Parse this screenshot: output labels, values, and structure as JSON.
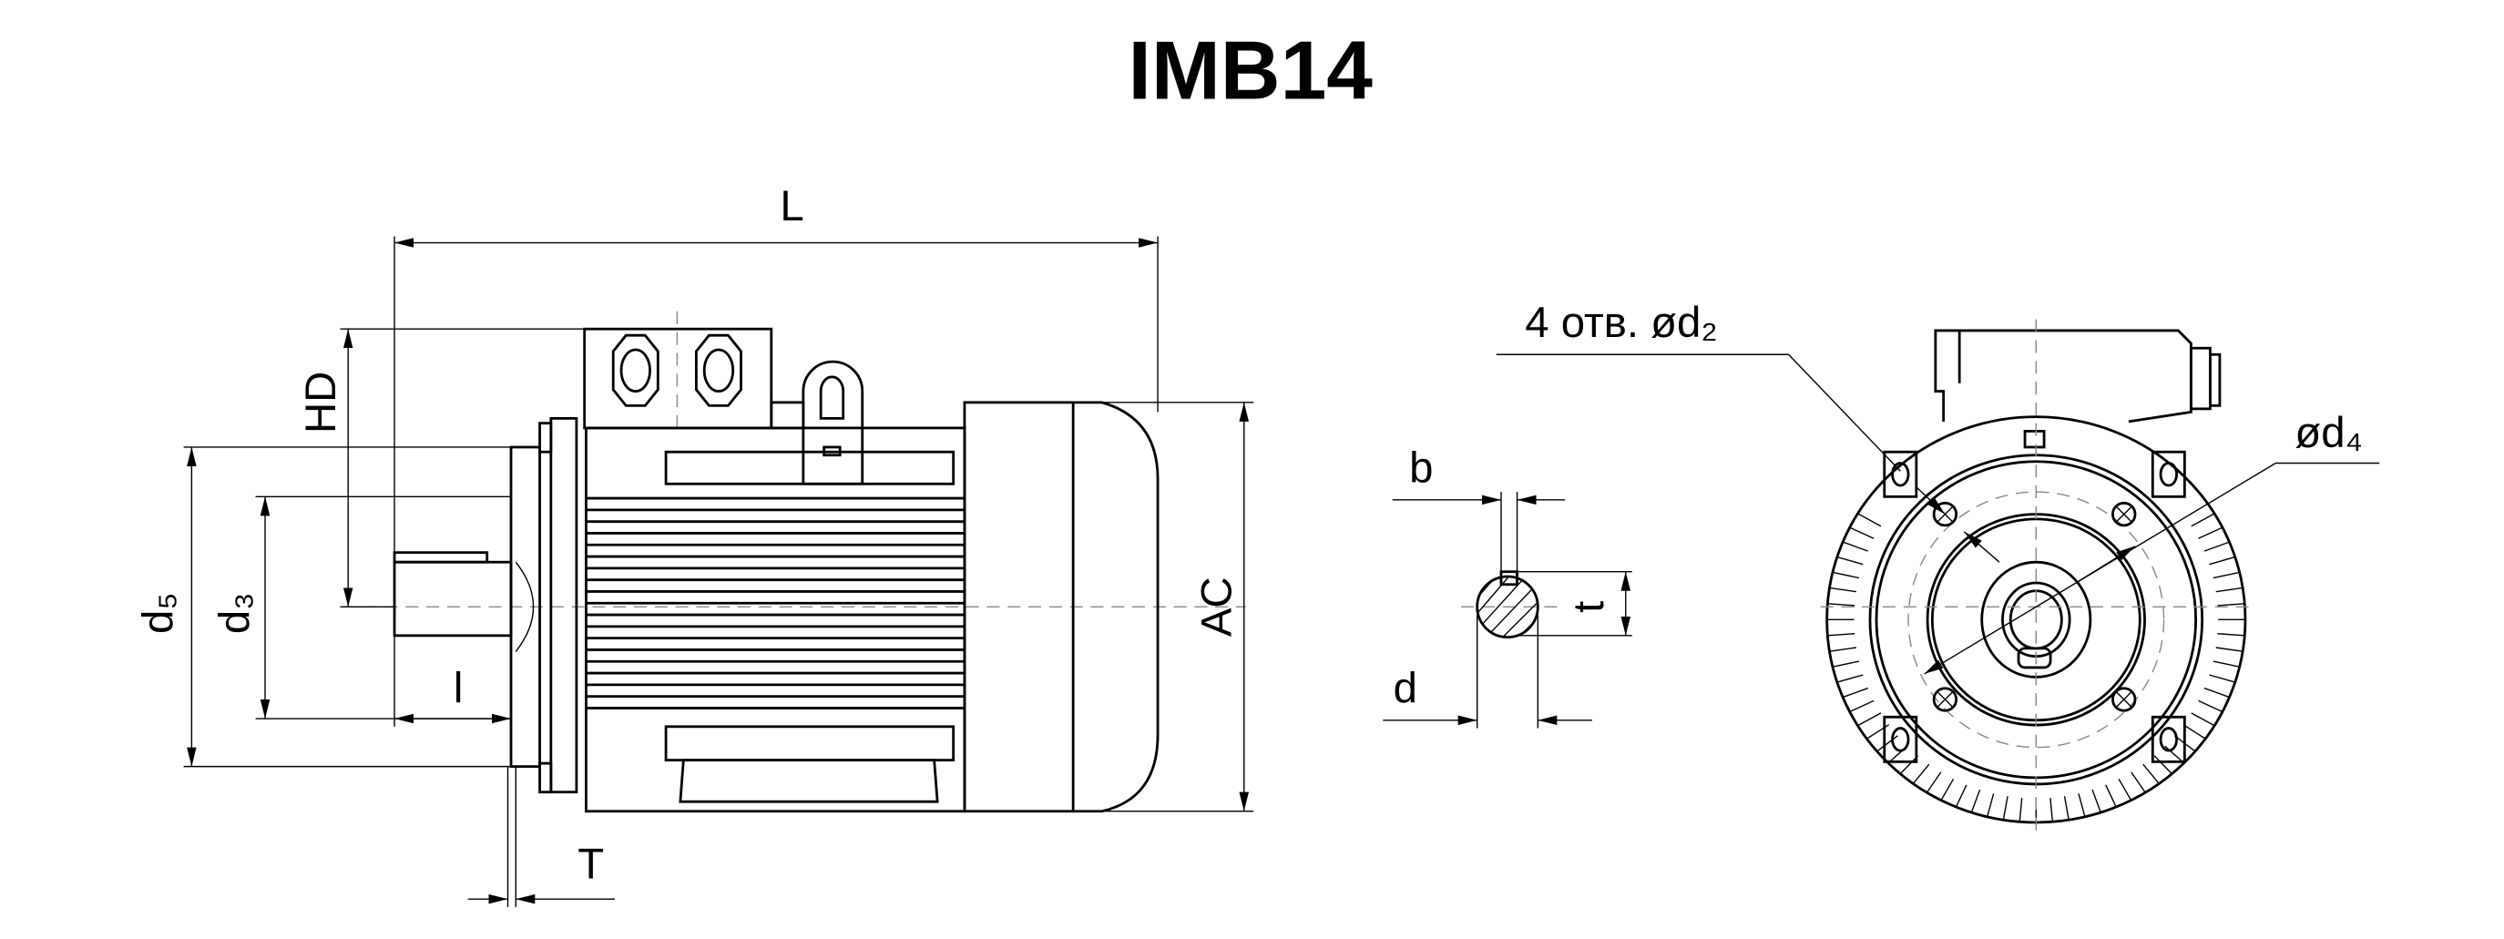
{
  "title": "IMB14",
  "side_view": {
    "L": "L",
    "HD": "HD",
    "d5": "d₅",
    "d3": "d₃",
    "l": "l",
    "T": "T",
    "AC": "AC"
  },
  "shaft_section": {
    "b": "b",
    "t": "t",
    "d": "d"
  },
  "front_view": {
    "holes_label": "4 отв. ød₂",
    "d4_label": "ød₄"
  }
}
